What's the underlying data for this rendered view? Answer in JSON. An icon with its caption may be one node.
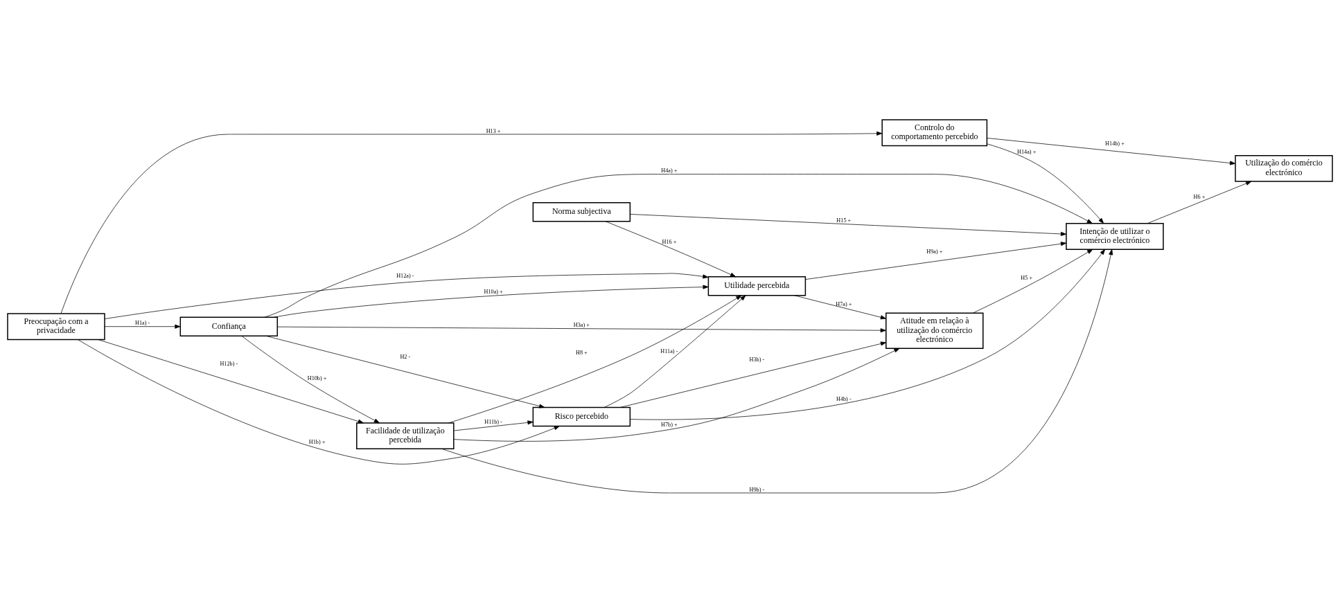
{
  "diagram": {
    "nodes": [
      {
        "text": [
          "Preocupação com a privacidade"
        ]
      },
      {
        "text": [
          "Risco percebido"
        ]
      },
      {
        "text": [
          "Atitude em relação à utilização do comércio electrónico"
        ]
      },
      {
        "text": [
          "Intenção de utilizar o comércio electrónico"
        ]
      },
      {
        "text": [
          "Utilização do comércio electrónico"
        ]
      },
      {
        "text": [
          "Confiança"
        ]
      },
      {
        "text": [
          "Utilidade percebida"
        ]
      },
      {
        "text": [
          "Norma subjectiva"
        ]
      },
      {
        "text": [
          "Facilidade de utilização percebida"
        ]
      },
      {
        "text": [
          "Controlo do comportamento percebido"
        ]
      }
    ],
    "edges": [
      {
        "from": 0,
        "to": 1,
        "arrow": "to",
        "label": "H1b) +"
      },
      {
        "from": 0,
        "to": 5,
        "arrow": "to",
        "label": "H1a) -"
      },
      {
        "from": 5,
        "to": 1,
        "arrow": "to",
        "label": "H2 -"
      },
      {
        "from": 1,
        "to": 2,
        "arrow": "to",
        "label": "H3b) -"
      },
      {
        "from": 5,
        "to": 2,
        "arrow": "to",
        "label": "H3a) +"
      },
      {
        "from": 1,
        "to": 3,
        "arrow": "to",
        "label": "H4b) -"
      },
      {
        "from": 5,
        "to": 3,
        "arrow": "to",
        "label": "H4a) +"
      },
      {
        "from": 2,
        "to": 3,
        "arrow": "to",
        "label": "H5 +"
      },
      {
        "from": 3,
        "to": 4,
        "arrow": "to",
        "label": "H6 +"
      },
      {
        "from": 6,
        "to": 2,
        "arrow": "to",
        "label": "H7a) +"
      },
      {
        "from": 8,
        "to": 2,
        "arrow": "to",
        "label": "H7b) +"
      },
      {
        "from": 8,
        "to": 6,
        "arrow": "to",
        "label": "H8 +"
      },
      {
        "from": 6,
        "to": 3,
        "arrow": "to",
        "label": "H9a) +"
      },
      {
        "from": 8,
        "to": 3,
        "arrow": "to",
        "label": "H9b) -"
      },
      {
        "from": 5,
        "to": 6,
        "arrow": "to",
        "label": "H10a) +"
      },
      {
        "from": 5,
        "to": 8,
        "arrow": "to",
        "label": "H10b) +"
      },
      {
        "from": 1,
        "to": 6,
        "arrow": "to",
        "label": "H11a) -"
      },
      {
        "from": 8,
        "to": 1,
        "arrow": "to",
        "label": "H11b) -"
      },
      {
        "from": 0,
        "to": 6,
        "arrow": "to",
        "label": "H12a) -"
      },
      {
        "from": 0,
        "to": 8,
        "arrow": "to",
        "label": "H12b) -"
      },
      {
        "from": 0,
        "to": 9,
        "arrow": "to",
        "label": "H13 +"
      },
      {
        "from": 9,
        "to": 3,
        "arrow": "to",
        "label": "H14a) +"
      },
      {
        "from": 9,
        "to": 4,
        "arrow": "to",
        "label": "H14b) +"
      },
      {
        "from": 7,
        "to": 3,
        "arrow": "to",
        "label": "H15 +"
      },
      {
        "from": 7,
        "to": 6,
        "arrow": "to",
        "label": "H16 +"
      }
    ]
  }
}
